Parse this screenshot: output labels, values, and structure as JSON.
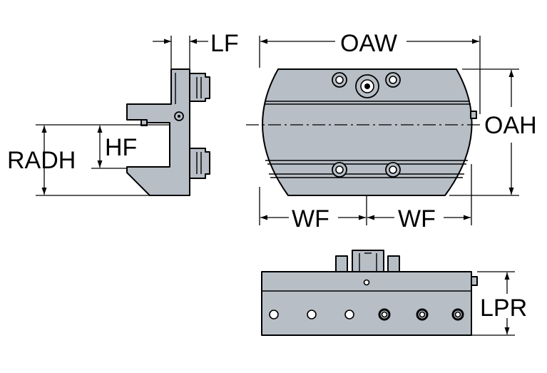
{
  "diagram": {
    "labels": {
      "lf": "LF",
      "oaw": "OAW",
      "oah": "OAH",
      "radh": "RADH",
      "hf": "HF",
      "wf_left": "WF",
      "wf_right": "WF",
      "lpr": "LPR"
    },
    "colors": {
      "part_fill": "#b7bec6",
      "line": "#000000",
      "background": "#ffffff"
    }
  }
}
